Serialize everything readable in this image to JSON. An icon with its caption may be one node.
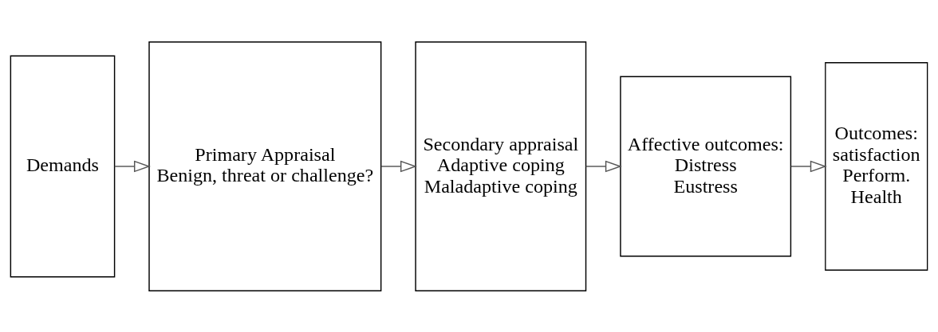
{
  "diagram": {
    "nodes": [
      {
        "text": [
          "Demands"
        ]
      },
      {
        "text": [
          "Primary Appraisal",
          "Benign, threat or challenge?"
        ]
      },
      {
        "text": [
          "Secondary appraisal",
          "Adaptive coping",
          "Maladaptive coping"
        ]
      },
      {
        "text": [
          "Affective outcomes:",
          "Distress",
          "Eustress"
        ]
      },
      {
        "text": [
          "Outcomes:",
          "satisfaction",
          "Perform.",
          "Health"
        ]
      }
    ],
    "edges": [
      {
        "from": 0,
        "to": 1,
        "arrow": "to"
      },
      {
        "from": 1,
        "to": 2,
        "arrow": "to"
      },
      {
        "from": 2,
        "to": 3,
        "arrow": "to"
      },
      {
        "from": 3,
        "to": 4,
        "arrow": "to"
      }
    ]
  }
}
